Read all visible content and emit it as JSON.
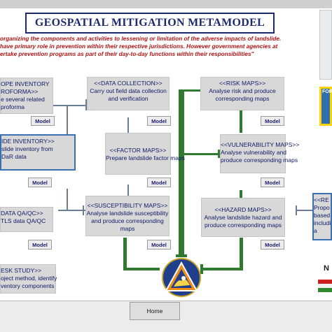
{
  "title": "GEOSPATIAL MITIGATION METAMODEL",
  "intro_lines": [
    "organizing the components and activities to lessening or limitation of the adverse impacts of landslide.",
    "have primary role in prevention within their respective jurisdictions. However government agencies at",
    "ertake prevention programs as part of their day-to-day functions within their responsibilities\""
  ],
  "boxes": {
    "scope_inventory": [
      "OPE INVENTORY",
      "ROFORMA>>",
      "e several related",
      "proforma"
    ],
    "slide_inventory": [
      "IDE INVENTORY>>",
      "slide inventory from",
      "DaR data"
    ],
    "data_qa": [
      "DATA QA/QC>>",
      "TLS data QA/QC"
    ],
    "desk_study": [
      "ESK STUDY>>",
      "oject method, identify",
      "ventory components"
    ],
    "data_collection": [
      "<<DATA COLLECTION>>",
      "Carry out field data collection",
      "and verification"
    ],
    "factor_maps": [
      "<<FACTOR MAPS>>",
      "Prepare landslide factor maps"
    ],
    "susceptibility_maps": [
      "<<SUSCEPTIBILITY MAPS>>",
      "Analyse landslide susceptibility",
      "and produce corresponding",
      "maps"
    ],
    "risk_maps": [
      "<<RISK MAPS>>",
      "Analyse risk and produce",
      "corresponding maps"
    ],
    "vulnerability_maps": [
      "<<VULNERABILITY MAPS>>",
      "Analyse vulnerability and",
      "produce corresponding maps"
    ],
    "hazard_maps": [
      "<<HAZARD MAPS>>",
      "Analyse landslide hazard and",
      "produce corresponding maps"
    ],
    "right_partial": [
      "<<RE",
      "Propo",
      "based o",
      "includi",
      "a"
    ]
  },
  "model_label": "Model",
  "home_label": "Home",
  "right_panel_label": "FORMA",
  "legend_label": "N",
  "colors": {
    "title": "#1d2a6e",
    "intro": "#b01414",
    "box_text": "#101a66",
    "connector_green": "#2f7a2f",
    "connector_gray": "#6a7f95"
  },
  "icons": [
    "warning-emblem-icon"
  ]
}
